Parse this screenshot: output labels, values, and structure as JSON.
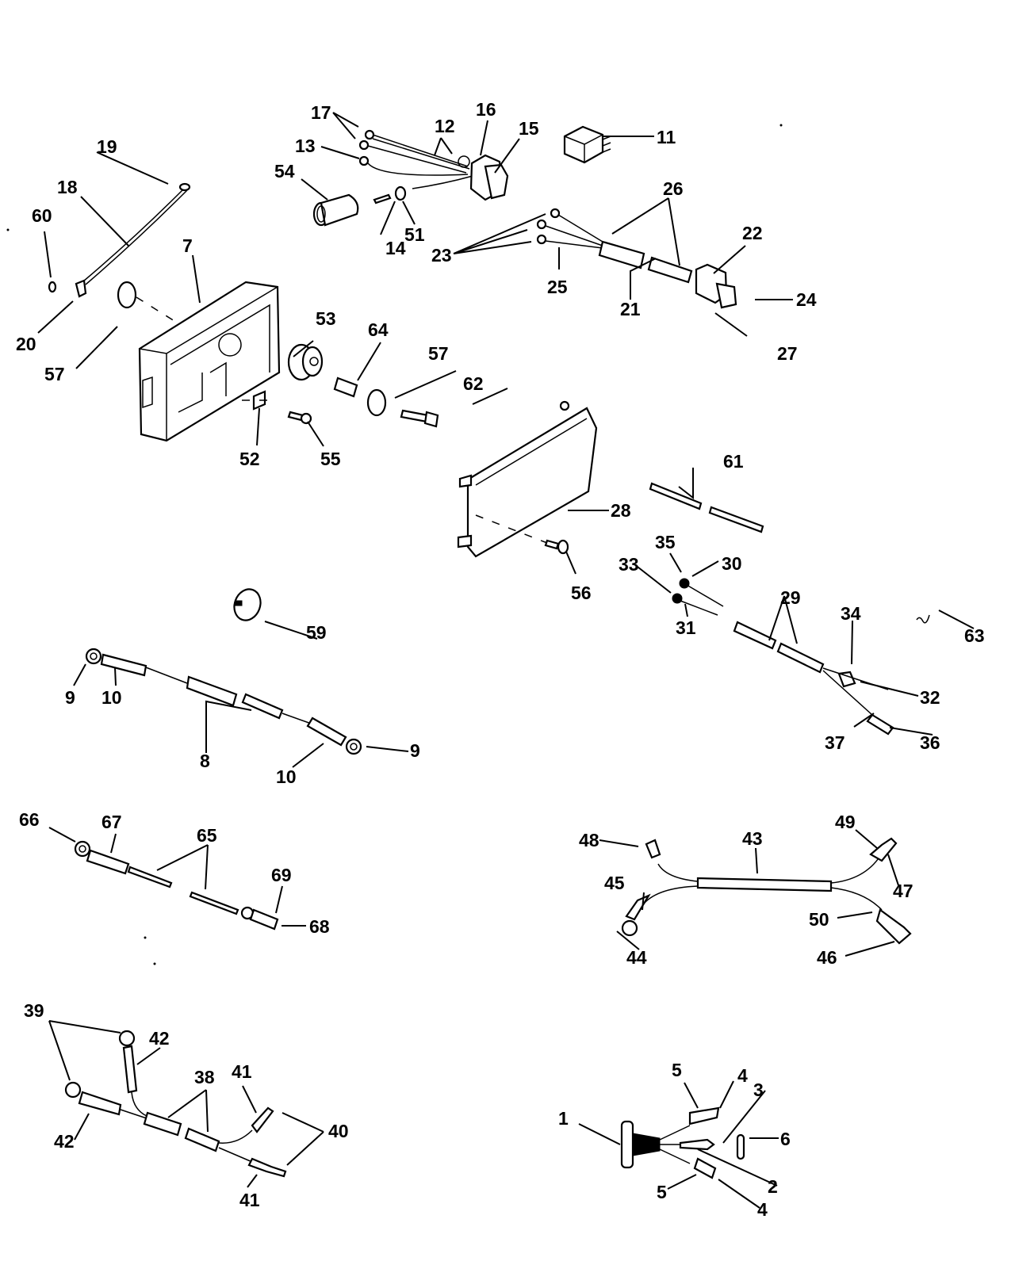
{
  "diagram": {
    "type": "exploded-parts-diagram",
    "subject": "electrical components and wiring harnesses",
    "colors": {
      "line": "#000000",
      "background": "#ffffff"
    },
    "callouts": {
      "c1": "1",
      "c2": "2",
      "c3": "3",
      "c4a": "4",
      "c4b": "4",
      "c5a": "5",
      "c5b": "5",
      "c6": "6",
      "c7": "7",
      "c8": "8",
      "c9a": "9",
      "c9b": "9",
      "c10a": "10",
      "c10b": "10",
      "c11": "11",
      "c12": "12",
      "c13": "13",
      "c14": "14",
      "c15": "15",
      "c16": "16",
      "c17": "17",
      "c18": "18",
      "c19": "19",
      "c20": "20",
      "c21": "21",
      "c22": "22",
      "c23": "23",
      "c24": "24",
      "c25": "25",
      "c26": "26",
      "c27": "27",
      "c28": "28",
      "c29": "29",
      "c30": "30",
      "c31": "31",
      "c32": "32",
      "c33": "33",
      "c34": "34",
      "c35": "35",
      "c36": "36",
      "c37": "37",
      "c38": "38",
      "c39": "39",
      "c40": "40",
      "c41a": "41",
      "c41b": "41",
      "c42a": "42",
      "c42b": "42",
      "c43": "43",
      "c44": "44",
      "c45": "45",
      "c46": "46",
      "c47": "47",
      "c48": "48",
      "c49": "49",
      "c50": "50",
      "c51": "51",
      "c52": "52",
      "c53": "53",
      "c54": "54",
      "c55": "55",
      "c56": "56",
      "c57a": "57",
      "c57b": "57",
      "c59": "59",
      "c60": "60",
      "c61": "61",
      "c62": "62",
      "c63": "63",
      "c64": "64",
      "c65": "65",
      "c66": "66",
      "c67": "67",
      "c68": "68",
      "c69": "69"
    },
    "groups": [
      {
        "name": "switch-harness",
        "parts": [
          "11",
          "12",
          "13",
          "14",
          "15",
          "16",
          "17",
          "51",
          "54"
        ]
      },
      {
        "name": "ground-strap",
        "parts": [
          "18",
          "19",
          "20",
          "60"
        ]
      },
      {
        "name": "switch-box",
        "parts": [
          "7",
          "52",
          "53",
          "55",
          "57",
          "62",
          "64"
        ]
      },
      {
        "name": "connector-harness",
        "parts": [
          "21",
          "22",
          "23",
          "24",
          "25",
          "26",
          "27"
        ]
      },
      {
        "name": "cover",
        "parts": [
          "28",
          "56"
        ]
      },
      {
        "name": "sleeves",
        "parts": [
          "61"
        ]
      },
      {
        "name": "sensor-harness",
        "parts": [
          "29",
          "30",
          "31",
          "32",
          "33",
          "34",
          "35",
          "36",
          "37",
          "63"
        ]
      },
      {
        "name": "clamp",
        "parts": [
          "59"
        ]
      },
      {
        "name": "battery-cable",
        "parts": [
          "8",
          "9",
          "10"
        ]
      },
      {
        "name": "jumper-lead",
        "parts": [
          "65",
          "66",
          "67",
          "68",
          "69"
        ]
      },
      {
        "name": "y-harness",
        "parts": [
          "43",
          "44",
          "45",
          "46",
          "47",
          "48",
          "49",
          "50"
        ]
      },
      {
        "name": "twin-lead-harness",
        "parts": [
          "38",
          "39",
          "40",
          "41",
          "42"
        ]
      },
      {
        "name": "grommet-connector",
        "parts": [
          "1",
          "2",
          "3",
          "4",
          "5",
          "6"
        ]
      }
    ]
  }
}
